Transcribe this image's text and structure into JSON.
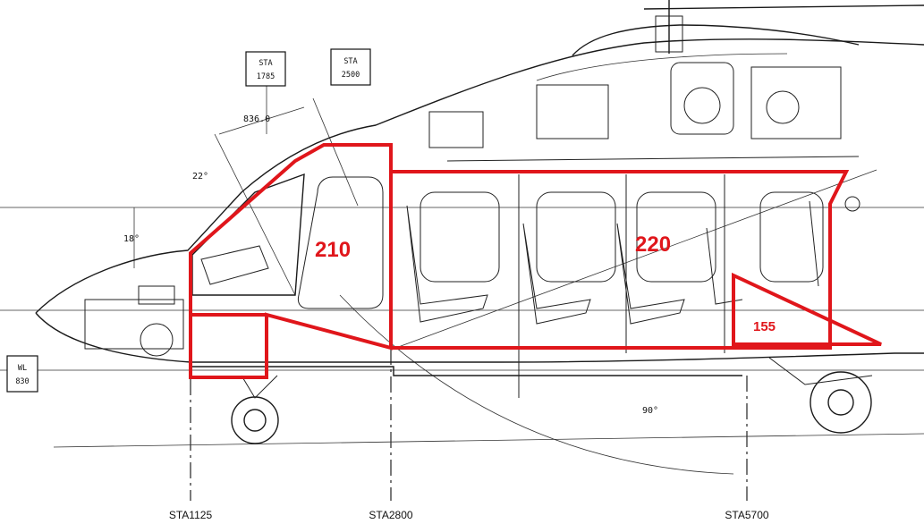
{
  "station_boxes": [
    {
      "line1": "STA",
      "line2": "1785"
    },
    {
      "line1": "STA",
      "line2": "2500"
    }
  ],
  "wl_box": {
    "line1": "WL",
    "line2": "830"
  },
  "dimensions": {
    "length": "836.0",
    "angle_windshield": "22°",
    "angle_nose": "18°",
    "angle_floor": "90°"
  },
  "zones": [
    {
      "id": "210"
    },
    {
      "id": "220"
    },
    {
      "id": "155"
    }
  ],
  "station_labels": [
    "STA1125",
    "STA2800",
    "STA5700"
  ],
  "colors": {
    "zone_outline": "#e0161b",
    "linework": "#1a1a1a"
  }
}
